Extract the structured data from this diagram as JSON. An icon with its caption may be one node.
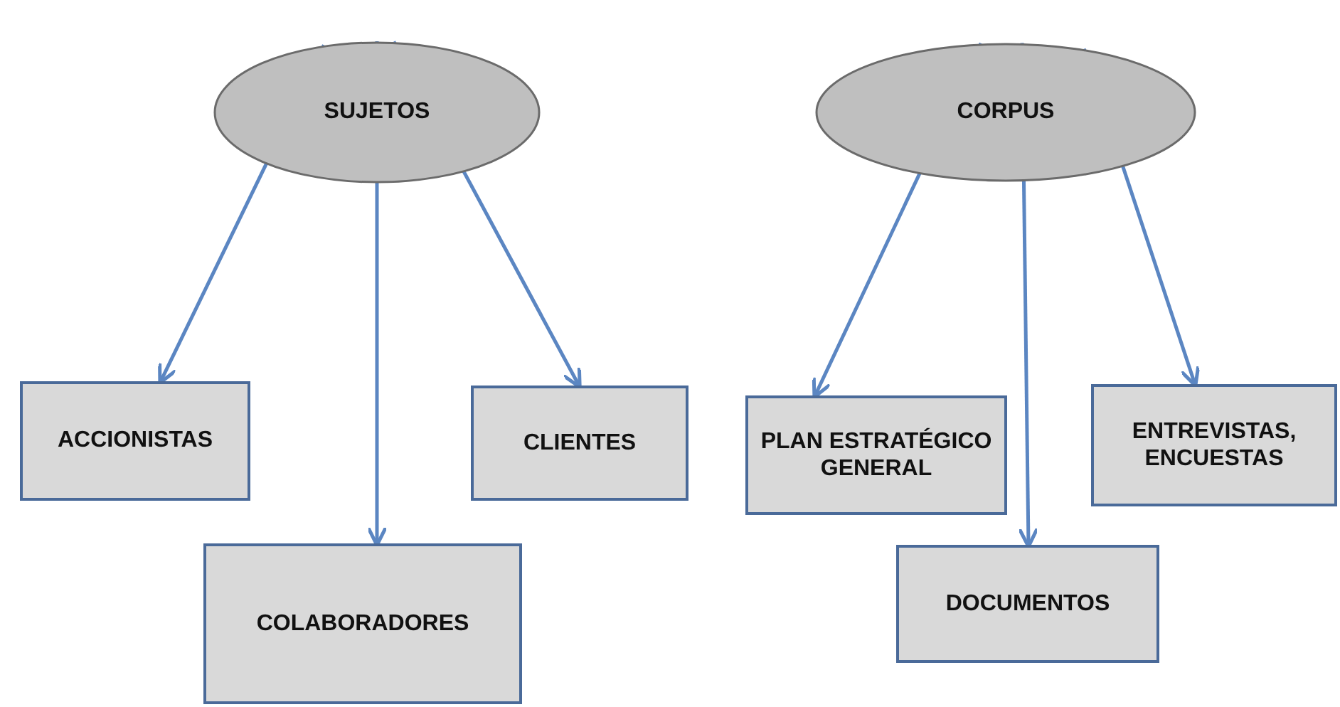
{
  "diagram": {
    "nodes": [
      {
        "text": [
          "SUJETOS"
        ]
      },
      {
        "text": [
          "CORPUS"
        ]
      },
      {
        "text": [
          "ACCIONISTAS"
        ]
      },
      {
        "text": [
          "COLABORADORES"
        ]
      },
      {
        "text": [
          "CLIENTES"
        ]
      },
      {
        "text": [
          "PLAN ESTRATÉGICO GENERAL"
        ]
      },
      {
        "text": [
          "DOCUMENTOS"
        ]
      },
      {
        "text": [
          "ENTREVISTAS, ENCUESTAS"
        ]
      }
    ],
    "edges": [
      {
        "from": 0,
        "to": 2,
        "arrow": "to"
      },
      {
        "from": 0,
        "to": 3,
        "arrow": "to"
      },
      {
        "from": 0,
        "to": 4,
        "arrow": "to"
      },
      {
        "from": 1,
        "to": 5,
        "arrow": "to"
      },
      {
        "from": 1,
        "to": 6,
        "arrow": "to"
      },
      {
        "from": 1,
        "to": 7,
        "arrow": "to"
      }
    ]
  }
}
